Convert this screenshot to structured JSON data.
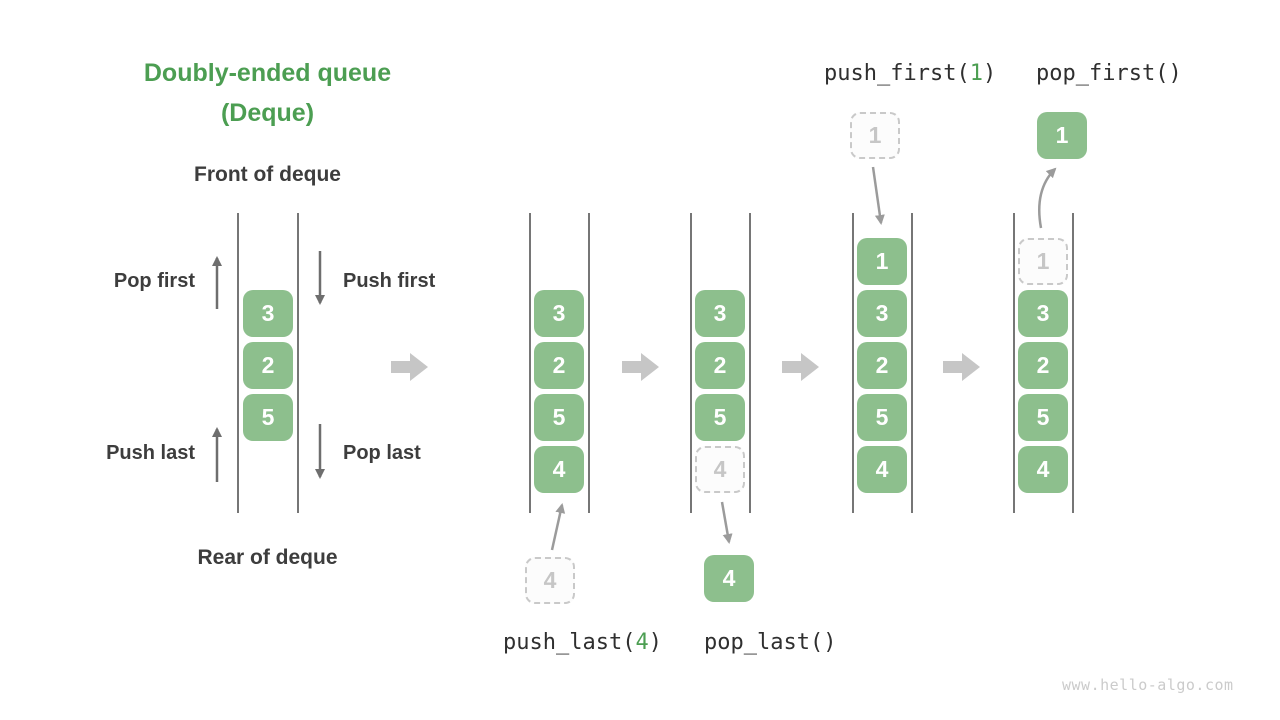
{
  "title": {
    "line1": "Doubly-ended queue",
    "line2": "(Deque)"
  },
  "front_label": "Front of deque",
  "rear_label": "Rear of deque",
  "side_labels": {
    "pop_first": "Pop first",
    "push_first": "Push first",
    "push_last": "Push last",
    "pop_last": "Pop last"
  },
  "operations": {
    "push_last": {
      "prefix": "push_last(",
      "arg": "4",
      "suffix": ")"
    },
    "pop_last": {
      "text": "pop_last()"
    },
    "push_first": {
      "prefix": "push_first(",
      "arg": "1",
      "suffix": ")"
    },
    "pop_first": {
      "text": "pop_first()"
    }
  },
  "queues": [
    {
      "id": "initial",
      "cells": [
        {
          "v": "3"
        },
        {
          "v": "2"
        },
        {
          "v": "5"
        }
      ]
    },
    {
      "id": "after_push_last",
      "cells": [
        {
          "v": "3"
        },
        {
          "v": "2"
        },
        {
          "v": "5"
        },
        {
          "v": "4"
        }
      ]
    },
    {
      "id": "after_pop_last",
      "cells": [
        {
          "v": "3"
        },
        {
          "v": "2"
        },
        {
          "v": "5"
        },
        {
          "v": "4",
          "dashed": true
        }
      ]
    },
    {
      "id": "after_push_first",
      "cells": [
        {
          "v": "1"
        },
        {
          "v": "3"
        },
        {
          "v": "2"
        },
        {
          "v": "5"
        },
        {
          "v": "4"
        }
      ]
    },
    {
      "id": "after_pop_first",
      "cells": [
        {
          "v": "1",
          "dashed": true
        },
        {
          "v": "3"
        },
        {
          "v": "2"
        },
        {
          "v": "5"
        },
        {
          "v": "4"
        }
      ]
    }
  ],
  "floating_cells": {
    "push_last_new": "4",
    "pop_last_removed": "4",
    "push_first_new": "1",
    "pop_first_removed": "1"
  },
  "watermark": "www.hello-algo.com",
  "colors": {
    "cell_green": "#8dbf8d",
    "accent_green": "#4c9e52",
    "label_dark": "#3d3d3d",
    "flow_arrow_gray": "#c6c6c6",
    "transition_arrow_gray": "#9b9b9b",
    "small_arrow_gray": "#6e6e6e",
    "dashed_border_gray": "#c9c9c9"
  }
}
